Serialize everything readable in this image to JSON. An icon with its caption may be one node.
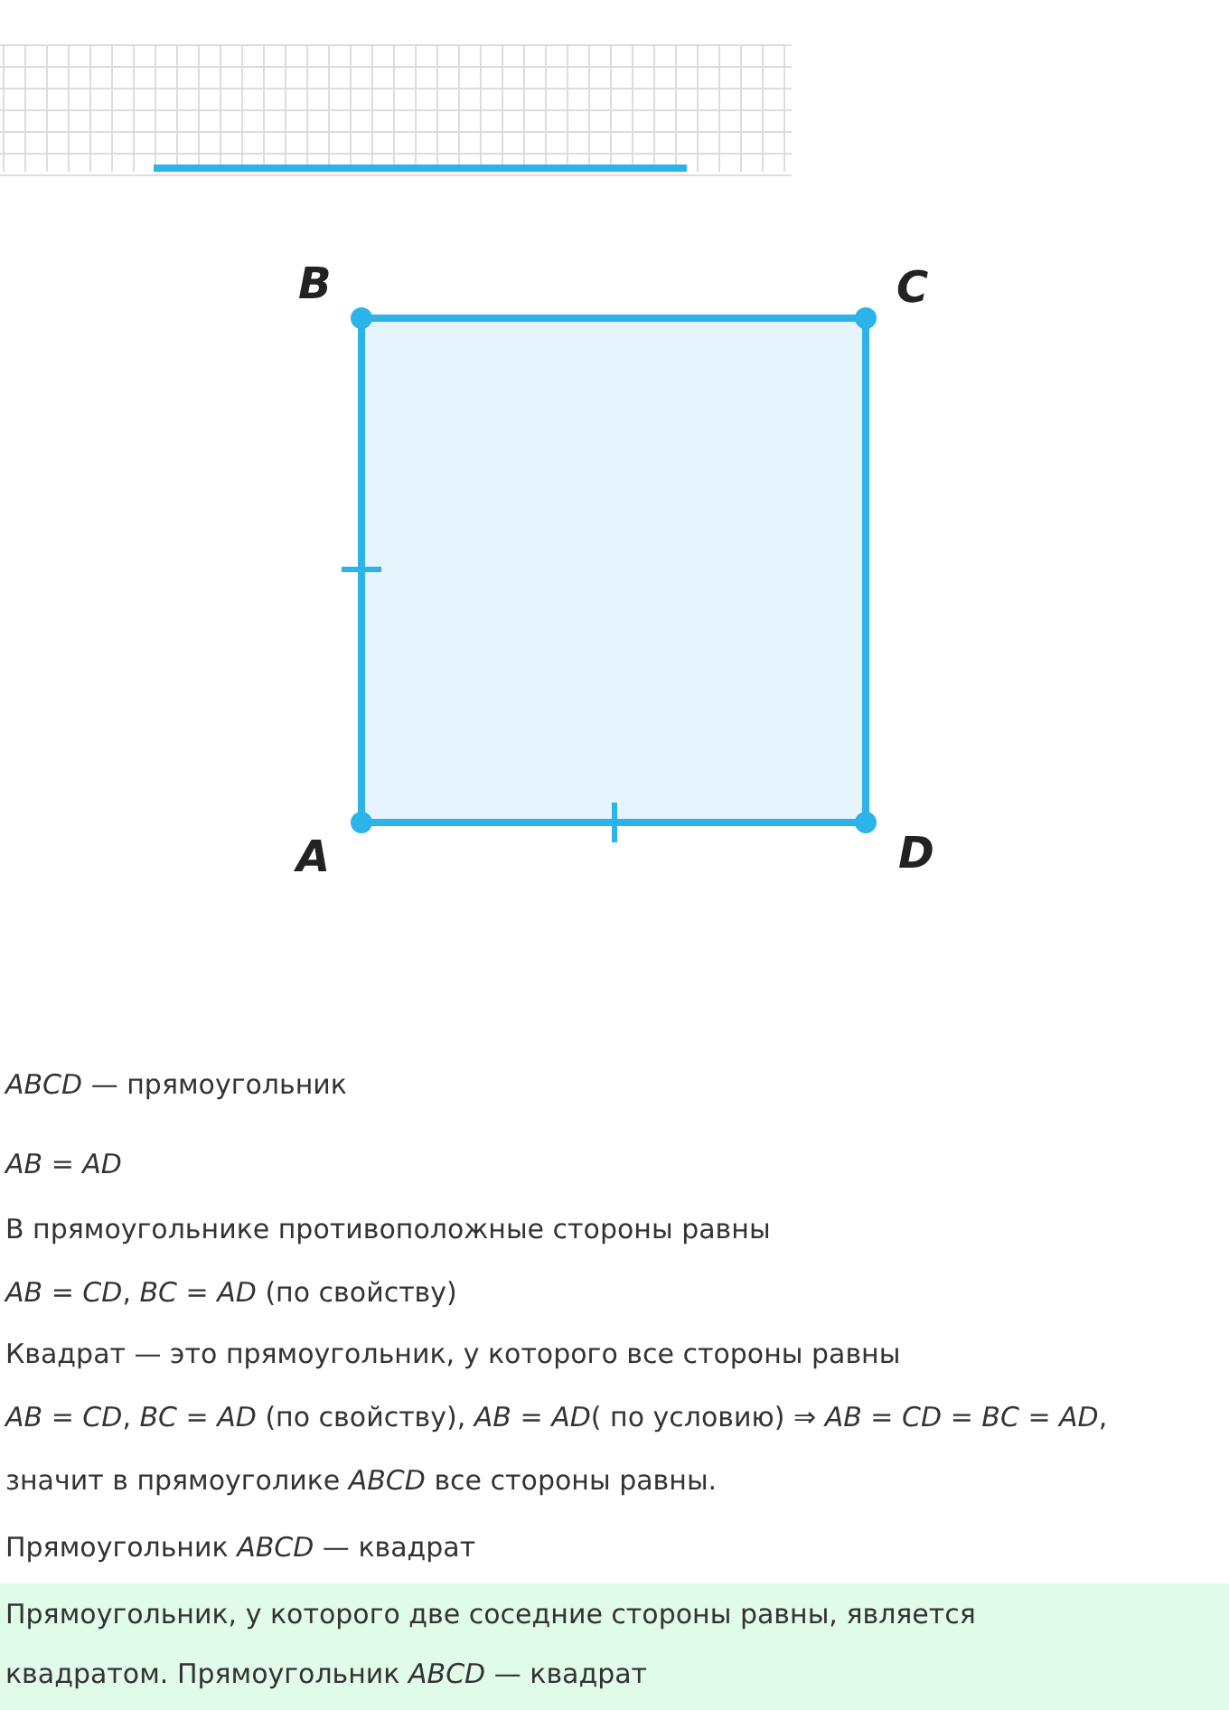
{
  "diagram": {
    "nodes": [
      {
        "text": [
          "Прямоугольник, у которого две соседние стороны равны, является квадратом. Прямоугольник *ABCD* — квадрат"
        ]
      }
    ],
    "labels": [
      "B",
      "C",
      "A",
      "D",
      "*ABCD* — прямоугольник",
      "*AB* = *AD*",
      "В прямоугольнике противоположные стороны равны",
      "*AB* = *CD*, *BC* = *AD* (по свойству)",
      "Квадрат — это прямоугольник, у которого все стороны равны",
      "*AB* = *CD*, *BC* = *AD* (по свойству), *AB* = *AD*( по условию) ⇒ *AB* = *CD* = *BC* = *AD*, значит в прямоуголике *ABCD* все стороны равны.",
      "Прямоугольник *ABCD* — квадрат"
    ]
  }
}
